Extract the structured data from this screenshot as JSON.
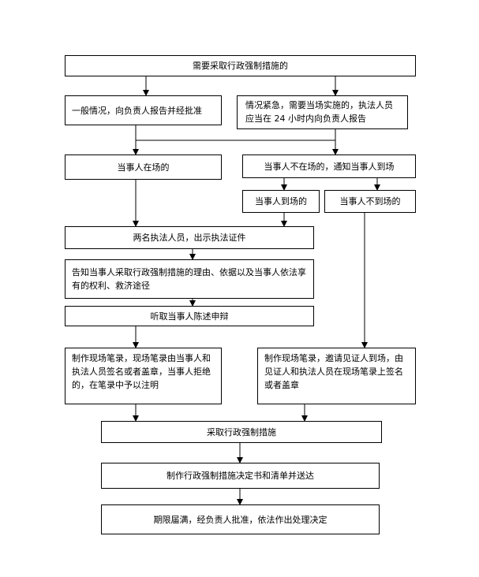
{
  "flowchart": {
    "start": "需要采取行政强制措施的",
    "normal_case": "一般情况，向负责人报告并经批准",
    "urgent_case": "情况紧急，需要当场实施的，执法人员应当在 24 小时内向负责人报告",
    "party_present": "当事人在场的",
    "party_absent": "当事人不在场的，通知当事人到场",
    "party_arrives": "当事人到场的",
    "party_not_arrive": "当事人不到场的",
    "two_officers": "两名执法人员，出示执法证件",
    "inform": "告知当事人采取行政强制措施的理由、依据以及当事人依法享有的权利、救济途径",
    "hear": "听取当事人陈述申辩",
    "record_left": "制作现场笔录，现场笔录由当事人和执法人员签名或者盖章，当事人拒绝的，在笔录中予以注明",
    "record_right": "制作现场笔录，邀请见证人到场，由见证人和执法人员在现场笔录上签名或者盖章",
    "take_measures": "采取行政强制措施",
    "decision": "制作行政强制措施决定书和清单并送达",
    "expire": "期限届满，经负责人批准，依法作出处理决定"
  }
}
